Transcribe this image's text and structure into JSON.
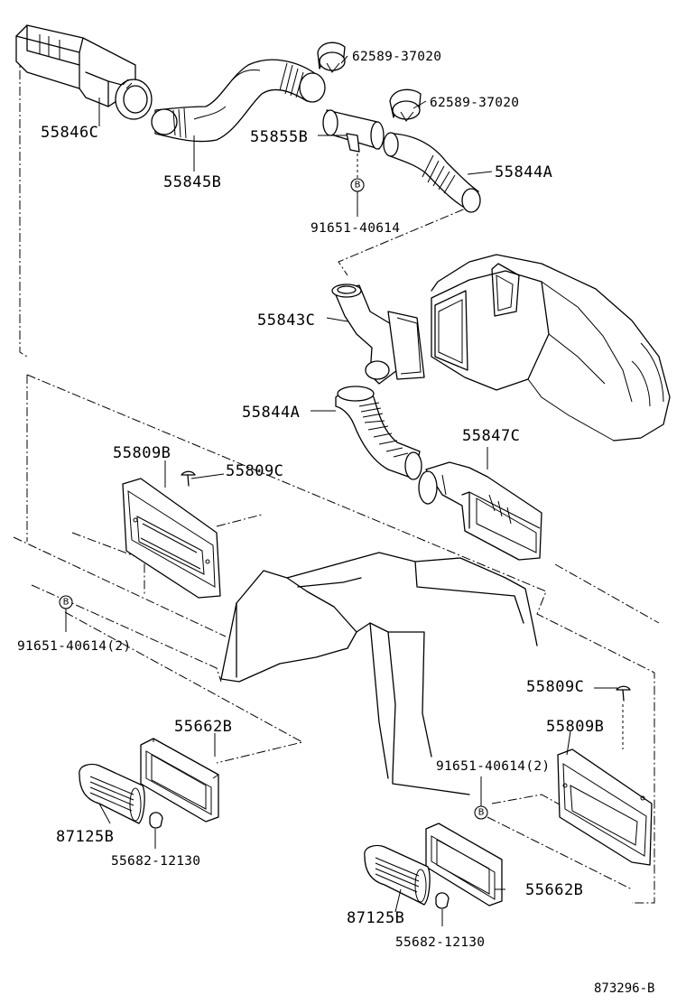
{
  "labels": {
    "p55846C": "55846C",
    "p55845B": "55845B",
    "p62589_a": "62589-37020",
    "p62589_b": "62589-37020",
    "p55855B": "55855B",
    "p55844A_top": "55844A",
    "p91651_top": "91651-40614",
    "p55843C": "55843C",
    "p55844A_mid": "55844A",
    "p55847C": "55847C",
    "p55809B_left": "55809B",
    "p55809C_left": "55809C",
    "p91651_left": "91651-40614(2)",
    "p55809C_right": "55809C",
    "p55809B_right": "55809B",
    "p91651_right": "91651-40614(2)",
    "p55662B_left": "55662B",
    "p87125B_left": "87125B",
    "p55682_left": "55682-12130",
    "p55662B_right": "55662B",
    "p87125B_right": "87125B",
    "p55682_right": "55682-12130"
  },
  "marker_letter": "B",
  "diagram_id": "873296-B"
}
